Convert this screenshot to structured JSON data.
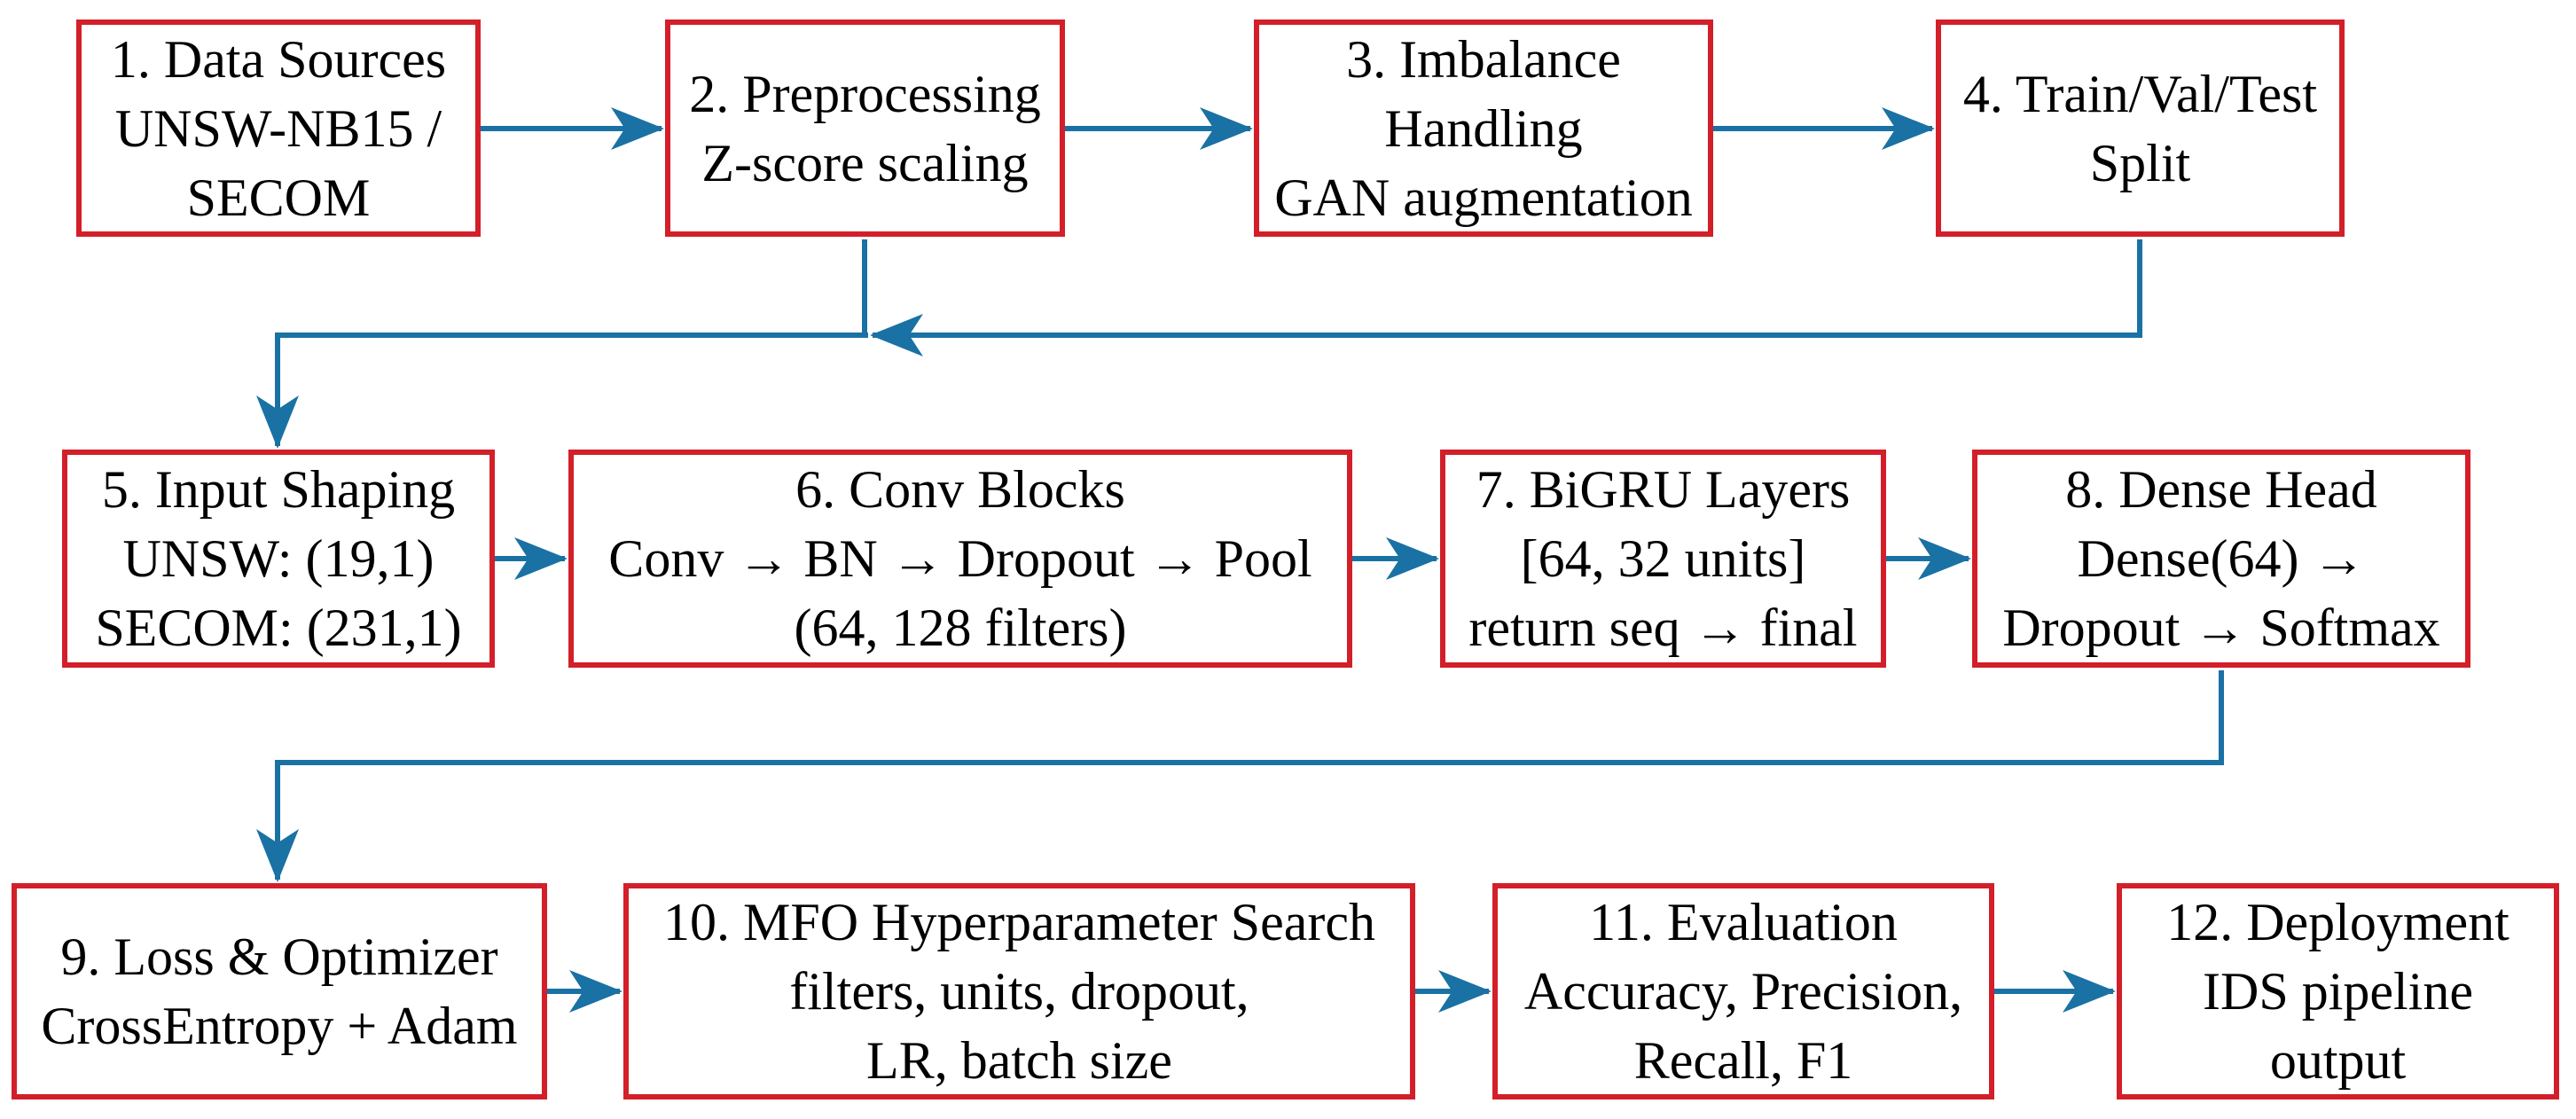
{
  "colors": {
    "box_border": "#d31f29",
    "connector": "#1a71a4",
    "text": "#000000",
    "background": "#ffffff"
  },
  "nodes": [
    {
      "id": "1",
      "lines": [
        "1. Data Sources",
        "UNSW-NB15 /",
        "SECOM"
      ]
    },
    {
      "id": "2",
      "lines": [
        "2. Preprocessing",
        "Z-score scaling"
      ]
    },
    {
      "id": "3",
      "lines": [
        "3. Imbalance",
        "Handling",
        "GAN augmentation"
      ]
    },
    {
      "id": "4",
      "lines": [
        "4. Train/Val/Test",
        "Split"
      ]
    },
    {
      "id": "5",
      "lines": [
        "5. Input Shaping",
        "UNSW: (19,1)",
        "SECOM: (231,1)"
      ]
    },
    {
      "id": "6",
      "lines": [
        "6. Conv Blocks",
        "Conv → BN → Dropout → Pool",
        "(64, 128 filters)"
      ]
    },
    {
      "id": "7",
      "lines": [
        "7. BiGRU Layers",
        "[64, 32 units]",
        "return seq → final"
      ]
    },
    {
      "id": "8",
      "lines": [
        "8. Dense Head",
        "Dense(64) →",
        "Dropout → Softmax"
      ]
    },
    {
      "id": "9",
      "lines": [
        "9. Loss & Optimizer",
        "CrossEntropy + Adam"
      ]
    },
    {
      "id": "10",
      "lines": [
        "10. MFO Hyperparameter Search",
        "filters, units, dropout,",
        "LR, batch size"
      ]
    },
    {
      "id": "11",
      "lines": [
        "11. Evaluation",
        "Accuracy, Precision,",
        "Recall, F1"
      ]
    },
    {
      "id": "12",
      "lines": [
        "12. Deployment",
        "IDS pipeline",
        "output"
      ]
    }
  ],
  "edges": [
    {
      "from": "1",
      "to": "2"
    },
    {
      "from": "2",
      "to": "3"
    },
    {
      "from": "3",
      "to": "4"
    },
    {
      "from": "4",
      "to": "5"
    },
    {
      "from": "2",
      "to": "5"
    },
    {
      "from": "5",
      "to": "6"
    },
    {
      "from": "6",
      "to": "7"
    },
    {
      "from": "7",
      "to": "8"
    },
    {
      "from": "8",
      "to": "9"
    },
    {
      "from": "9",
      "to": "10"
    },
    {
      "from": "10",
      "to": "11"
    },
    {
      "from": "11",
      "to": "12"
    }
  ]
}
